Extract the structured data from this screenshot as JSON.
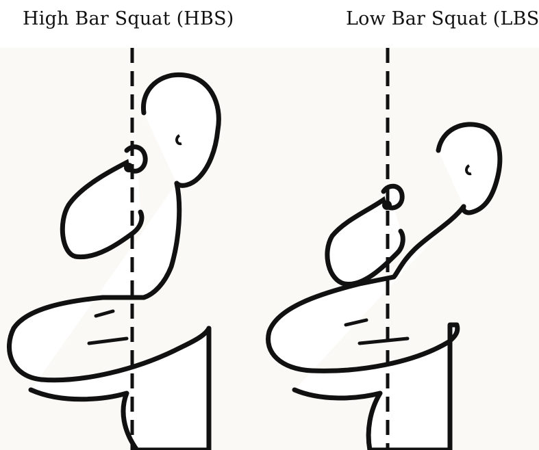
{
  "figure": {
    "left_title": "High Bar Squat (HBS)",
    "right_title": "Low Bar Squat (LBS)"
  },
  "colors": {
    "ink": "#111111",
    "background": "#ffffff",
    "paper_tint": "#faf9f5"
  },
  "icons": {
    "left_figure": "squatter-high-bar-silhouette",
    "right_figure": "squatter-low-bar-silhouette",
    "reference_line": "dashed-vertical-line"
  }
}
